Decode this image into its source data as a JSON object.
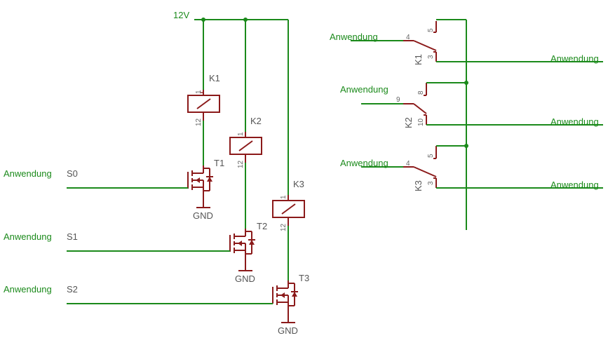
{
  "supply": {
    "label": "12V"
  },
  "signals": [
    {
      "net": "Anwendung",
      "name": "S0"
    },
    {
      "net": "Anwendung",
      "name": "S1"
    },
    {
      "net": "Anwendung",
      "name": "S2"
    }
  ],
  "relays": [
    {
      "name": "K1",
      "coil_pin_a": "1",
      "coil_pin_b": "12"
    },
    {
      "name": "K2",
      "coil_pin_a": "1",
      "coil_pin_b": "12"
    },
    {
      "name": "K3",
      "coil_pin_a": "1",
      "coil_pin_b": "12"
    }
  ],
  "transistors": [
    {
      "name": "T1",
      "ground": "GND"
    },
    {
      "name": "T2",
      "ground": "GND"
    },
    {
      "name": "T3",
      "ground": "GND"
    }
  ],
  "contacts": [
    {
      "name": "K1",
      "common_pin": "4",
      "nc_pin": "5",
      "no_pin": "3",
      "in_net": "Anwendung",
      "out_net": "Anwendung"
    },
    {
      "name": "K2",
      "common_pin": "9",
      "nc_pin": "8",
      "no_pin": "10",
      "in_net": "Anwendung",
      "out_net": "Anwendung"
    },
    {
      "name": "K3",
      "common_pin": "4",
      "nc_pin": "5",
      "no_pin": "3",
      "in_net": "Anwendung",
      "out_net": "Anwendung"
    }
  ]
}
